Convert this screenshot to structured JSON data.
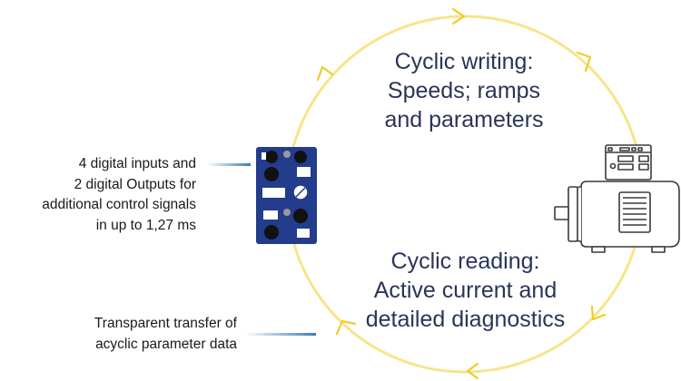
{
  "texts": {
    "writing": [
      "Cyclic writing:",
      "Speeds; ramps",
      "and parameters"
    ],
    "reading": [
      "Cyclic reading:",
      "Active current and",
      "detailed diagnostics"
    ],
    "io": [
      "4 digital inputs and",
      "2 digital Outputs for",
      "additional control signals",
      "in up to 1,27 ms"
    ],
    "transfer": [
      "Transparent transfer of",
      "acyclic parameter data"
    ]
  },
  "colors": {
    "cycle": "#f6e58a",
    "arrow": "#efcc2a",
    "divider": "#f0d23a",
    "connector": "#3a7cc0",
    "module": "#233c8c",
    "heading_text": "#2a3557"
  },
  "icons": [
    "io-module-icon",
    "motor-drive-icon",
    "cycle-arrow-icon"
  ]
}
